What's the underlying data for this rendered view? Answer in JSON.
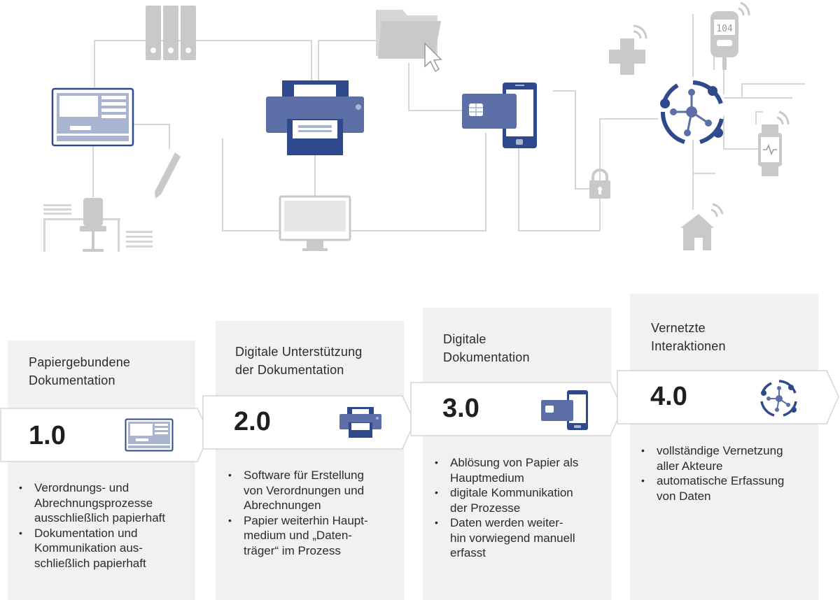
{
  "illustration": {
    "glucose_meter_reading": "104",
    "colors": {
      "line": "#d6d6d6",
      "light_gray": "#c9c9c9",
      "dark_blue": "#2e4a8c",
      "mid_blue": "#5c6fa6",
      "light_blue": "#a9b4d1"
    }
  },
  "stages": [
    {
      "title_lines": [
        "Papiergebundene",
        "Dokumentation"
      ],
      "version": "1.0",
      "icon": "tablet-form-icon",
      "bullets": [
        {
          "lines": [
            "Verordnungs- und",
            "Abrechnungsprozesse",
            "ausschließlich papierhaft"
          ]
        },
        {
          "lines": [
            "Dokumentation und",
            "Kommunikation aus-",
            "schließlich papierhaft"
          ]
        }
      ]
    },
    {
      "title_lines": [
        "Digitale Unterstützung",
        "der Dokumentation"
      ],
      "version": "2.0",
      "icon": "printer-icon",
      "bullets": [
        {
          "lines": [
            "Software für Erstellung",
            "von Verordnungen und",
            "Abrechnungen"
          ]
        },
        {
          "lines": [
            "Papier weiterhin Haupt-",
            "medium und „Daten-",
            "träger“ im Prozess"
          ]
        }
      ]
    },
    {
      "title_lines": [
        "Digitale",
        "Dokumentation"
      ],
      "version": "3.0",
      "icon": "card-phone-icon",
      "bullets": [
        {
          "lines": [
            "Ablösung von Papier als",
            "Hauptmedium"
          ]
        },
        {
          "lines": [
            "digitale Kommunikation",
            "der Prozesse"
          ]
        },
        {
          "lines": [
            "Daten werden weiter-",
            "hin vorwiegend manuell",
            "erfasst"
          ]
        }
      ]
    },
    {
      "title_lines": [
        "Vernetzte",
        "Interaktionen"
      ],
      "version": "4.0",
      "icon": "network-hub-icon",
      "bullets": [
        {
          "lines": [
            "vollständige Vernetzung",
            "aller Akteure"
          ]
        },
        {
          "lines": [
            "automatische Erfassung",
            "von Daten"
          ]
        }
      ]
    }
  ]
}
